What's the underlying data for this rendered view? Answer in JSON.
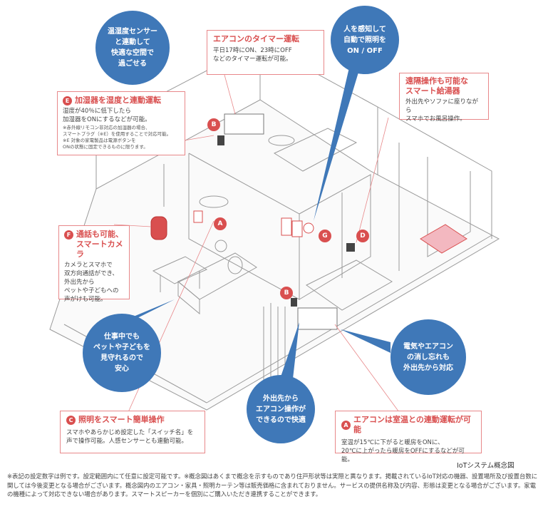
{
  "bubbles": {
    "top_left": [
      "温湿度センサー",
      "と連動して",
      "快適な空間で",
      "過ごせる"
    ],
    "top_center": [
      "人を感知して",
      "自動で照明を",
      "ON / OFF"
    ],
    "left_middle": [
      "仕事中でも",
      "ペットや子どもを",
      "見守れるので",
      "安心"
    ],
    "bottom_center": [
      "外出先から",
      "エアコン操作が",
      "できるので快適"
    ],
    "right_middle": [
      "電気やエアコン",
      "の消し忘れも",
      "外出先から対応"
    ]
  },
  "callouts": {
    "aircon_timer": {
      "title": "エアコンのタイマー運転",
      "body": [
        "平日17時にON、23時にOFF",
        "などのタイマー運転が可能。"
      ]
    },
    "water_heater": {
      "title": [
        "遠隔操作も可能な",
        "スマート給湯器"
      ],
      "body": [
        "外出先やソファに座りながら",
        "スマホでお風呂操作。"
      ]
    },
    "humidifier": {
      "badge": "E",
      "title": "加湿器を湿度と連動運転",
      "body": [
        "湿度が40％に低下したら",
        "加湿器をONにするなどが可能。"
      ],
      "notes": [
        "※赤外線リモコン非対応の加湿器の場合、",
        "スマートプラグ（※E）を使用することで対応可能。",
        "※E 対象の家電製品は電源ボタンを",
        "ONの状態に固定できるものに限ります。"
      ]
    },
    "camera": {
      "badge": "F",
      "title": [
        "通話も可能、",
        "スマートカメラ"
      ],
      "body": [
        "カメラとスマホで",
        "双方向通話ができ、",
        "外出先から",
        "ペットや子どもへの",
        "声がけも可能。"
      ]
    },
    "lighting": {
      "badge": "C",
      "title": "照明をスマート簡単操作",
      "body": [
        "スマホやあらかじめ設定した「スイッチ名」を",
        "声で操作可能。人感センサーとも連動可能。"
      ]
    },
    "aircon_temp": {
      "badge": "A",
      "title": "エアコンは室温との連動運転が可能",
      "body": [
        "室温が15℃に下がると暖房をONに、",
        "20℃に上がったら暖房をOFFにするなどが可能。"
      ]
    }
  },
  "markers": [
    "A",
    "B",
    "B",
    "D",
    "G"
  ],
  "figure_caption": "IoTシステム概念図",
  "footnote": "※表記の設定数字は例です。設定範囲内にて任意に設定可能です。※概念図はあくまで概念を示すものであり住戸形状等は実際と異なります。掲載されているIoT対応の機器、設置場所及び設置台数に関しては今後変更となる場合がございます。概念図内のエアコン・家具・照明カーテン等は販売価格に含まれておりません。サービスの提供名称及び内容、形態は変更となる場合がございます。家電の機種によって対応できない場合があります。スマートスピーカーを個別にご購入いただき連携することができます。",
  "colors": {
    "bubble": "#3f78b8",
    "accent": "#d94f4f",
    "line": "#9a9a9a"
  }
}
